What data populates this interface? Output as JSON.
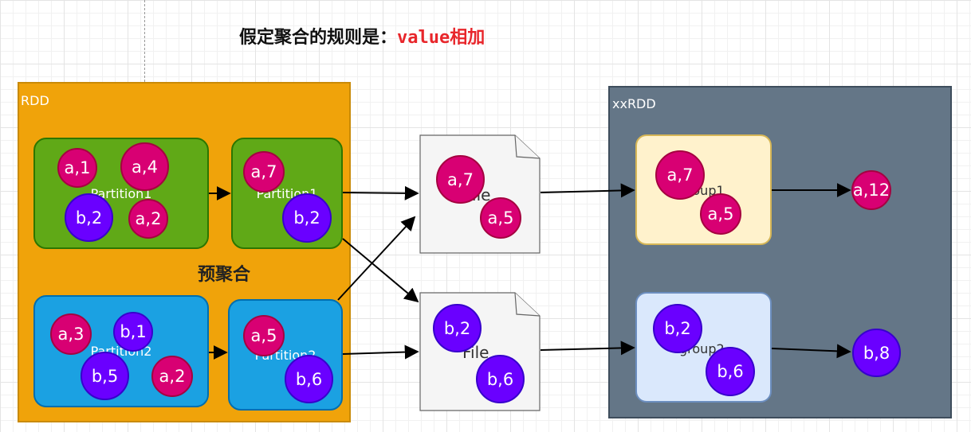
{
  "title": {
    "prefix": "假定聚合的规则是：",
    "code": "value",
    "suffix": "相加"
  },
  "rdd": {
    "label": "RDD"
  },
  "xxrdd": {
    "label": "xxRDD"
  },
  "preagg_label": "预聚合",
  "partitions": {
    "p1": "Partition1",
    "p1_agg": "Partition1",
    "p2": "Partition2",
    "p2_agg": "Partition2"
  },
  "files": {
    "f1": "File",
    "f2": "File"
  },
  "groups": {
    "g1": "group1",
    "g2": "group2"
  },
  "records": {
    "p1": [
      "a,1",
      "a,4",
      "b,2",
      "a,2"
    ],
    "p1_agg": [
      "a,7",
      "b,2"
    ],
    "p2": [
      "a,3",
      "b,1",
      "b,5",
      "a,2"
    ],
    "p2_agg": [
      "a,5",
      "b,6"
    ],
    "f1": [
      "a,7",
      "a,5"
    ],
    "f2": [
      "b,2",
      "b,6"
    ],
    "g1": [
      "a,7",
      "a,5"
    ],
    "g2": [
      "b,2",
      "b,6"
    ],
    "results": [
      "a,12",
      "b,8"
    ]
  },
  "colors": {
    "a_fill": "#d80073",
    "b_fill": "#6a00ff",
    "rdd_fill": "#f0a30a",
    "xxrdd_fill": "#647687",
    "partition1_fill": "#60a917",
    "partition2_fill": "#1ba1e2",
    "group1_fill": "#fff2cc",
    "group2_fill": "#dae8fc",
    "title_highlight": "#e8262b"
  }
}
